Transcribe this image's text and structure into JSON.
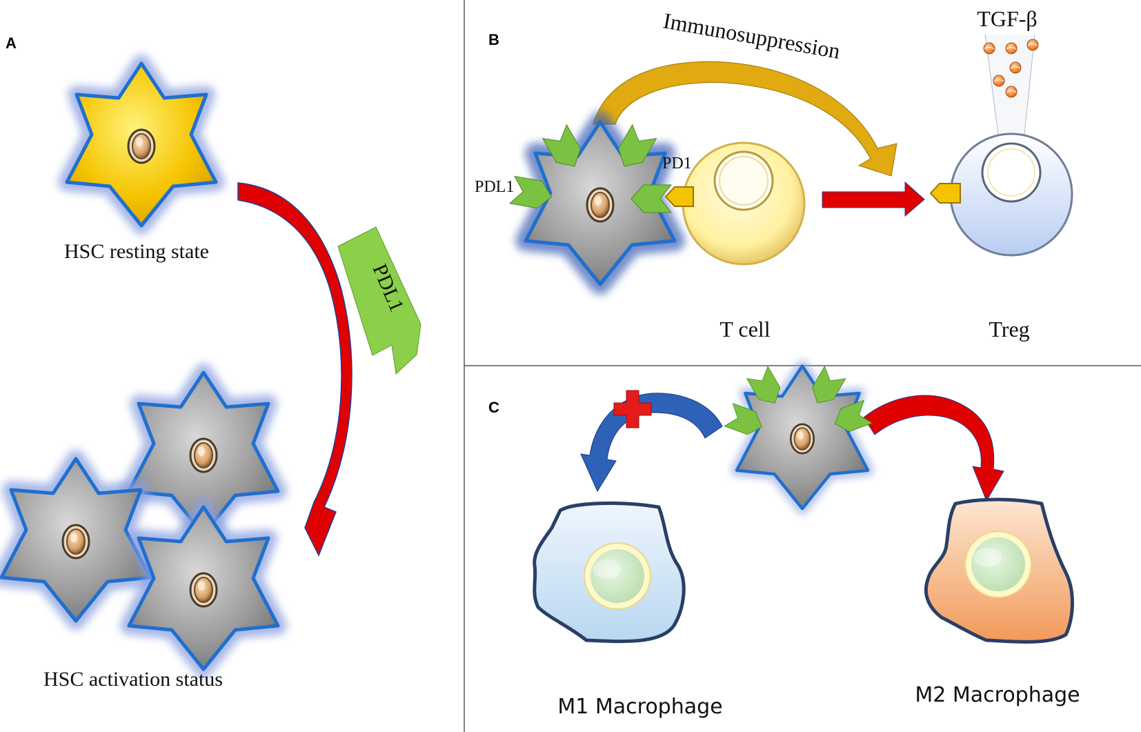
{
  "panels": {
    "a": {
      "letter": "A",
      "resting_label": "HSC resting state",
      "activation_label": "HSC activation status",
      "arrow_tag": "PDL1"
    },
    "b": {
      "letter": "B",
      "arc_label": "Immunosuppression",
      "cytokine_label": "TGF-β",
      "pdl1_label": "PDL1",
      "pd1_label": "PD1",
      "tcell_label": "T cell",
      "treg_label": "Treg"
    },
    "c": {
      "letter": "C",
      "m1_label": "M1 Macrophage",
      "m2_label": "M2 Macrophage"
    }
  },
  "colors": {
    "resting_cell": "#f5c400",
    "activated_cell": "#9a9a9a",
    "cell_halo": "#8aa0e0",
    "cell_border": "#1f6fcf",
    "inhibit_arrow_red": "#e00000",
    "pdl1_green": "#7cc242",
    "immuno_arrow": "#d9a000",
    "tcell_fill": "#fff3a8",
    "treg_fill": "#c9d9f7",
    "m1_fill": "#cfe4f7",
    "m2_fill": "#f7b07a",
    "m1_arrow_blue": "#2e62b8",
    "cross_red": "#e31b1b",
    "tgf_beta_orange": "#f07a1a"
  },
  "icons": {
    "resting_hsc": "star-cell-icon",
    "activated_hsc": "star-cell-icon",
    "nucleus": "nucleus-icon",
    "pdl1_receptor": "chevron-arrow-icon",
    "pd1_receptor": "pentagon-receptor-icon",
    "blocked": "red-cross-icon"
  }
}
